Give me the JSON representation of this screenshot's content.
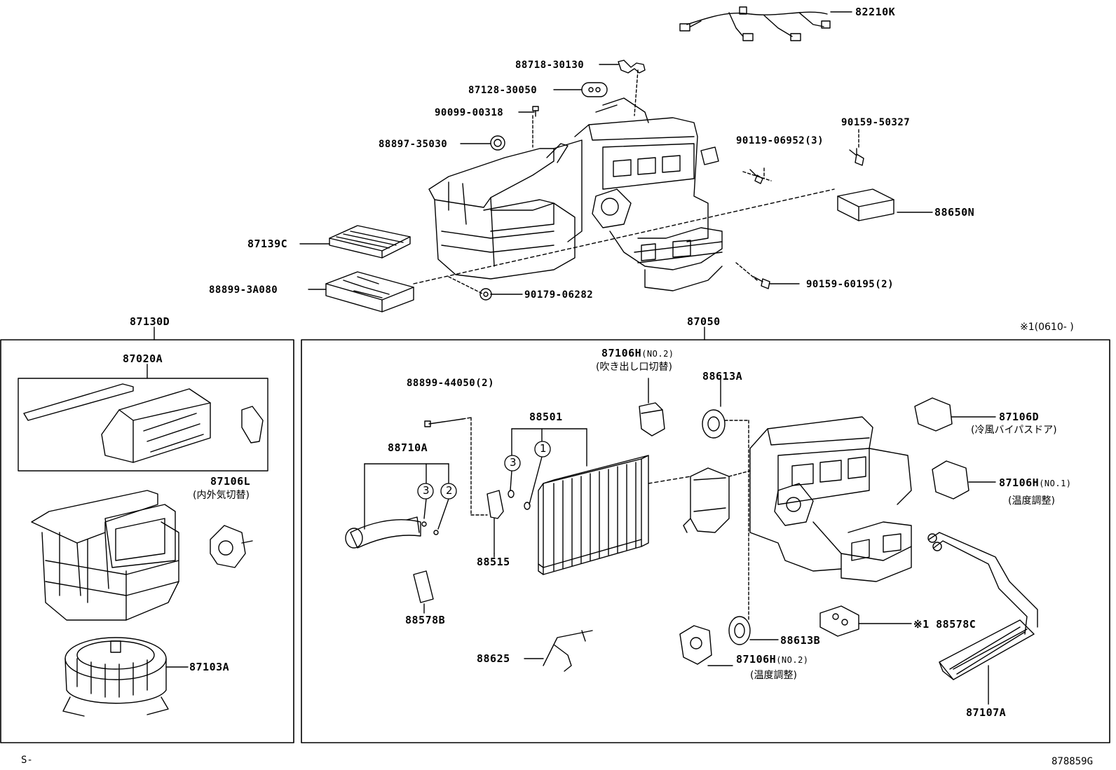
{
  "labels": {
    "p82210K": "82210K",
    "p88718": "88718-30130",
    "p87128": "87128-30050",
    "p90099": "90099-00318",
    "p88897": "88897-35030",
    "p90119": "90119-06952(3)",
    "p90159_50327": "90159-50327",
    "p88650N": "88650N",
    "p87139C": "87139C",
    "p88899_3A080": "88899-3A080",
    "p90179": "90179-06282",
    "p90159_60195": "90159-60195(2)",
    "p87130D": "87130D",
    "p87050": "87050",
    "note_x1": "※1(0610-  )",
    "p87020A": "87020A",
    "p87106L": "87106L",
    "p87106L_jp": "(内外気切替)",
    "p87103A": "87103A",
    "p88899_44050": "88899-44050(2)",
    "p88710A": "88710A",
    "p88515": "88515",
    "p88578B": "88578B",
    "p88625": "88625",
    "p88501": "88501",
    "p87106H_no2_top": "87106H",
    "p87106H_no2_top_sfx": "(NO.2)",
    "p87106H_no2_top_jp": "(吹き出し口切替)",
    "p88613A": "88613A",
    "p87106D": "87106D",
    "p87106D_jp": "(冷風バイパスドア)",
    "p87106H_no1": "87106H",
    "p87106H_no1_sfx": "(NO.1)",
    "p87106H_no1_jp": "(温度調整)",
    "p88613B": "88613B",
    "p88578C": "※1 88578C",
    "p87106H_no2_bot": "87106H",
    "p87106H_no2_bot_sfx": "(NO.2)",
    "p87106H_no2_bot_jp": "(温度調整)",
    "p87107A": "87107A",
    "circle_1": "1",
    "circle_2": "2",
    "circle_3a": "3",
    "circle_3b": "3",
    "footer_left": "S-",
    "footer_right": "878859G"
  }
}
